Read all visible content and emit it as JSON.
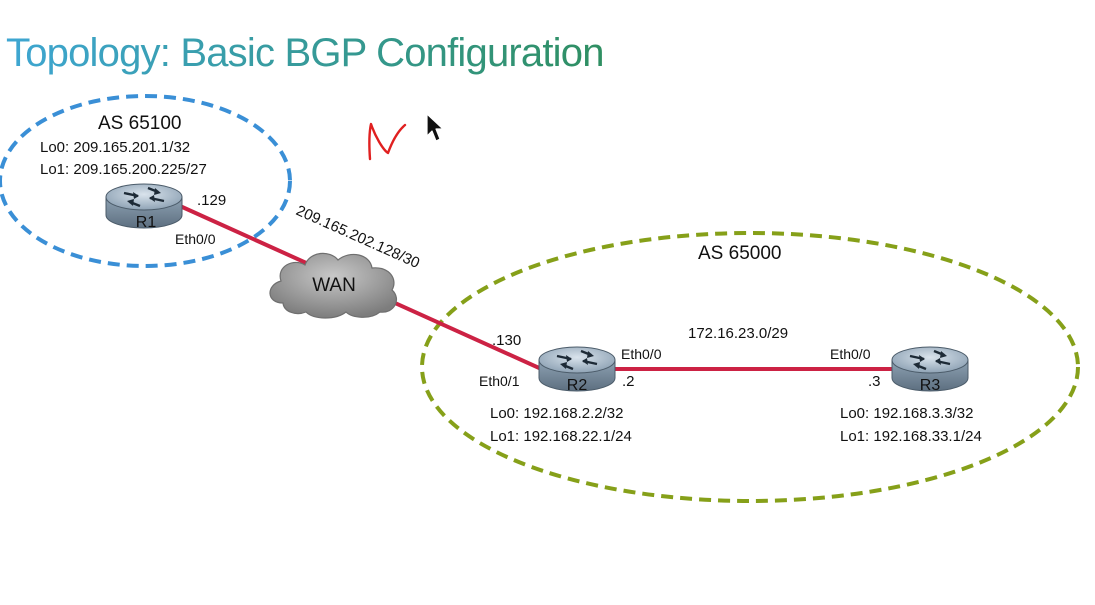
{
  "title": "Topology: Basic BGP Configuration",
  "colors": {
    "title_start": "#3ea6d2",
    "title_end": "#2f8f62",
    "as65100_ring": "#3a8fd6",
    "as65000_ring": "#86a019",
    "link": "#cc2244",
    "annotation": "#e02020"
  },
  "as_65100": {
    "label": "AS 65100",
    "lo0": "Lo0: 209.165.201.1/32",
    "lo1": "Lo1: 209.165.200.225/27"
  },
  "as_65000": {
    "label": "AS 65000"
  },
  "r1": {
    "name": "R1",
    "ip_suffix": ".129",
    "interface": "Eth0/0"
  },
  "wan": {
    "label": "WAN",
    "network": "209.165.202.128/30"
  },
  "r2": {
    "name": "R2",
    "wan_ip_suffix": ".130",
    "wan_interface": "Eth0/1",
    "lan_interface": "Eth0/0",
    "lan_ip_suffix": ".2",
    "lo0": "Lo0: 192.168.2.2/32",
    "lo1": "Lo1: 192.168.22.1/24"
  },
  "r3": {
    "name": "R3",
    "interface": "Eth0/0",
    "ip_suffix": ".3",
    "lo0": "Lo0: 192.168.3.3/32",
    "lo1": "Lo1: 192.168.33.1/24"
  },
  "lan_link": {
    "network": "172.16.23.0/29"
  },
  "icons": {
    "router": "router-icon",
    "cloud": "cloud-icon",
    "cursor": "mouse-pointer-icon"
  }
}
